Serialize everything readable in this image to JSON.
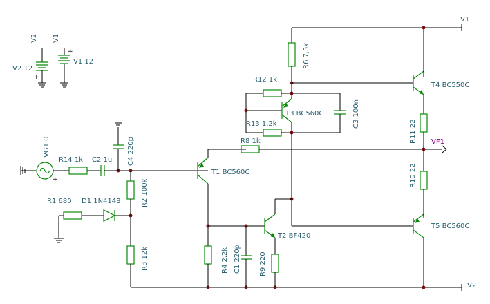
{
  "components": {
    "v2": {
      "ref": "V2",
      "value": "V2 12"
    },
    "v1": {
      "ref": "V1",
      "value": "V1 12"
    },
    "vg1": {
      "value": "VG1 0"
    },
    "r14": {
      "value": "R14 1k"
    },
    "c2": {
      "value": "C2 1u"
    },
    "c4": {
      "value": "C4 220p"
    },
    "r1": {
      "value": "R1 680"
    },
    "d1": {
      "value": "D1 1N4148"
    },
    "r2": {
      "value": "R2 100k"
    },
    "r3": {
      "value": "R3 12k"
    },
    "t1": {
      "value": "T1 BC560C"
    },
    "r8": {
      "value": "R8 1k"
    },
    "r12": {
      "value": "R12 1k"
    },
    "r13": {
      "value": "R13 1,2k"
    },
    "t3": {
      "value": "T3 BC560C"
    },
    "c3": {
      "value": "C3 100n"
    },
    "r6": {
      "value": "R6 7,5k"
    },
    "t4": {
      "value": "T4 BC550C"
    },
    "r11": {
      "value": "R11 22"
    },
    "r10": {
      "value": "R10 22"
    },
    "t5": {
      "value": "T5 BC560C"
    },
    "t2": {
      "value": "T2 BF420"
    },
    "r4": {
      "value": "R4 2,2k"
    },
    "c1": {
      "value": "C1 220p"
    },
    "r9": {
      "value": "R9 220"
    }
  },
  "nets": {
    "v1_rail": "V1",
    "v2_rail": "V2",
    "output": "VF1"
  },
  "polarity": {
    "plus": "+"
  }
}
